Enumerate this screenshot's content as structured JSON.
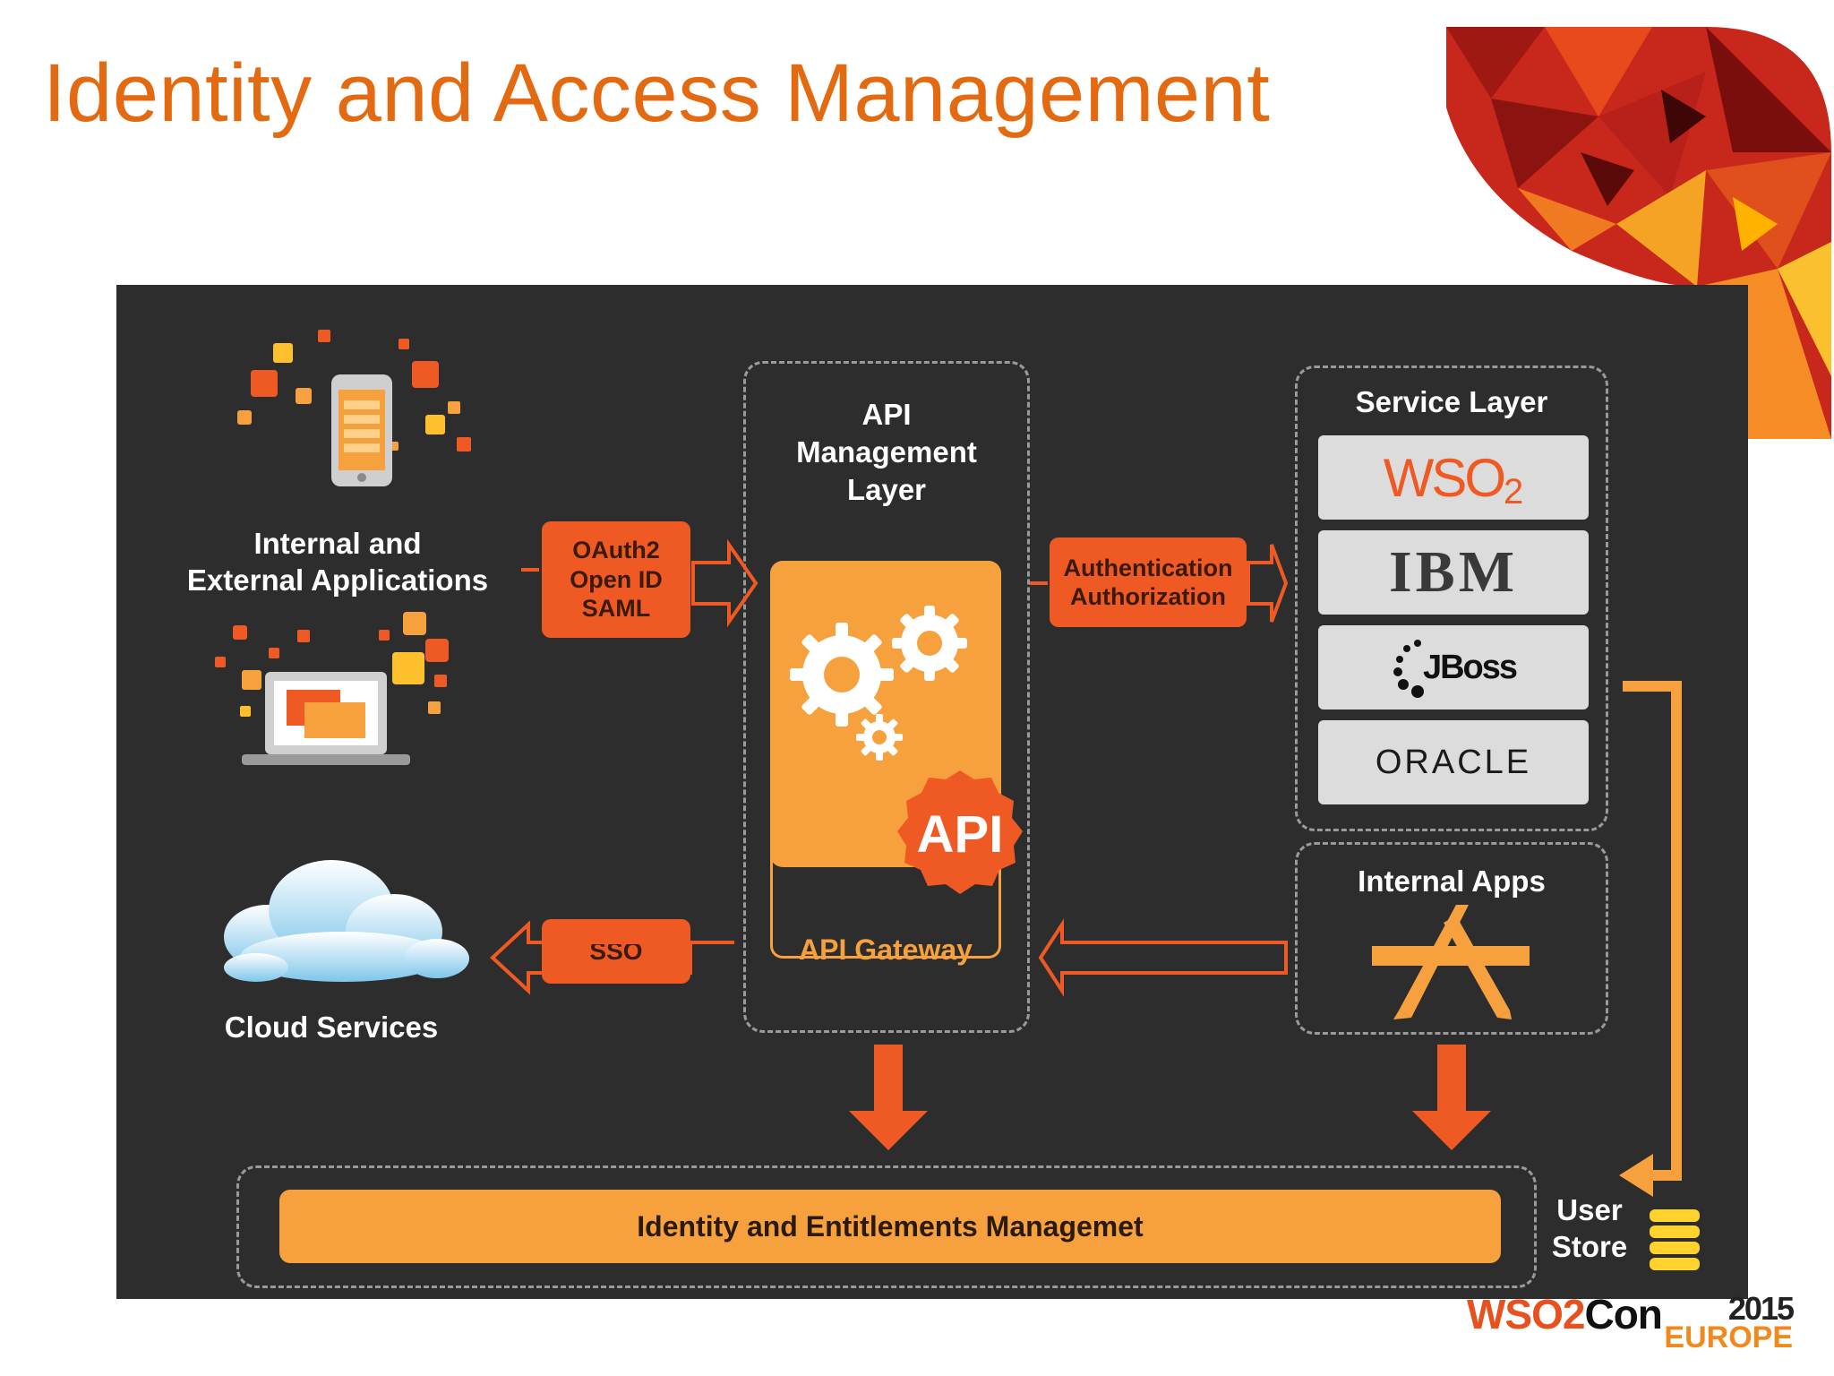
{
  "slide": {
    "title": "Identity and Access Management"
  },
  "colors": {
    "accent": "#e46a12",
    "panel_bg": "#2e2d2d",
    "orange_box": "#ef5a24",
    "gateway": "#f7a13e"
  },
  "apps": {
    "label_line1": "Internal and",
    "label_line2": "External Applications"
  },
  "protocols": {
    "line1": "OAuth2",
    "line2": "Open ID",
    "line3": "SAML"
  },
  "api_layer": {
    "title_line1": "API",
    "title_line2": "Management",
    "title_line3": "Layer",
    "badge": "API",
    "gateway_label": "API Gateway"
  },
  "auth": {
    "line1": "Authentication",
    "line2": "Authorization"
  },
  "service_layer": {
    "title": "Service Layer",
    "vendors": [
      {
        "name": "WSO2",
        "text": "WSO",
        "sub": "2"
      },
      {
        "name": "IBM",
        "text": "IBM"
      },
      {
        "name": "JBoss",
        "text": "JBoss"
      },
      {
        "name": "ORACLE",
        "text": "ORACLE"
      }
    ]
  },
  "internal_apps": {
    "title": "Internal Apps"
  },
  "cloud": {
    "label": "Cloud Services"
  },
  "sso": {
    "label": "SSO"
  },
  "identity": {
    "label": "Identity and Entitlements Managemet"
  },
  "user_store": {
    "line1": "User",
    "line2": "Store"
  },
  "footer": {
    "brand_a": "WSO2",
    "brand_b": "Con",
    "year": "2015",
    "region": "EUROPE"
  }
}
